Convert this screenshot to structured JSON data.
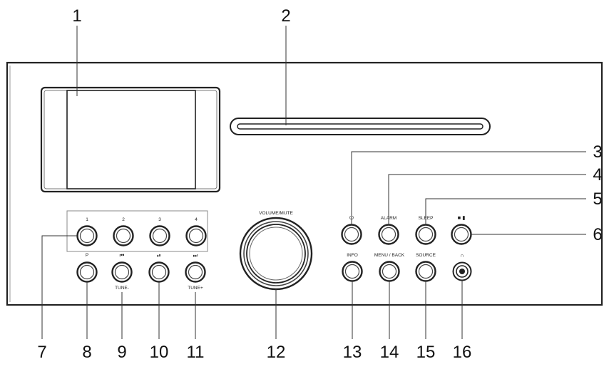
{
  "callouts": {
    "c1": "1",
    "c2": "2",
    "c3": "3",
    "c4": "4",
    "c5": "5",
    "c6": "6",
    "c7": "7",
    "c8": "8",
    "c9": "9",
    "c10": "10",
    "c11": "11",
    "c12": "12",
    "c13": "13",
    "c14": "14",
    "c15": "15",
    "c16": "16"
  },
  "presets": [
    "1",
    "2",
    "3",
    "4"
  ],
  "labels": {
    "p": "P",
    "prev_glyph": "⏮",
    "play_glyph": "⏯",
    "next_glyph": "⏭",
    "tune_minus": "TUNE-",
    "tune_plus": "TUNE+",
    "volume": "VOLUME/MUTE",
    "power_glyph": "⏻",
    "alarm": "ALARM",
    "sleep": "SLEEP",
    "stop_eject": "■ ▮",
    "info": "INFO",
    "menu_back": "MENU / BACK",
    "source": "SOURCE",
    "headphone_glyph": "∩"
  }
}
